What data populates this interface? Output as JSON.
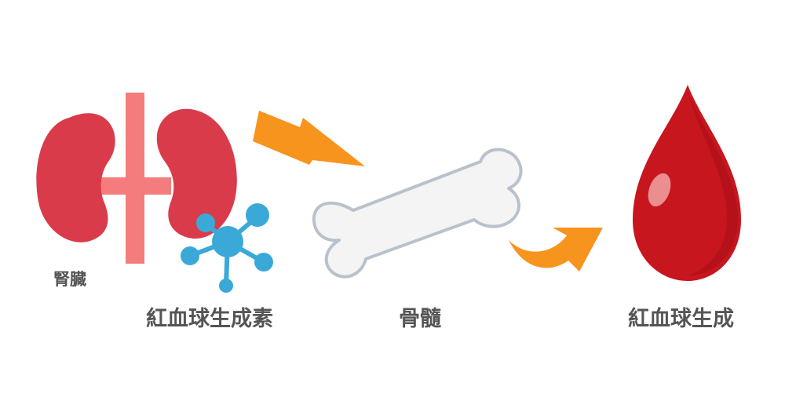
{
  "labels": {
    "kidney": "腎臓",
    "epo": "紅血球生成素",
    "marrow": "骨髓",
    "rbc": "紅血球生成"
  },
  "icons": [
    "kidneys-icon",
    "molecule-icon",
    "lightning-arrow-icon",
    "bone-icon",
    "curved-arrow-icon",
    "blood-drop-icon"
  ],
  "colors": {
    "kidney": "#d93b4b",
    "vessel": "#f47c7c",
    "molecule": "#3aa9d8",
    "arrow": "#f7941d",
    "bone_fill": "#f4f4f4",
    "bone_outline": "#b9c2cc",
    "blood": "#c8161e",
    "label_text": "#555555"
  }
}
